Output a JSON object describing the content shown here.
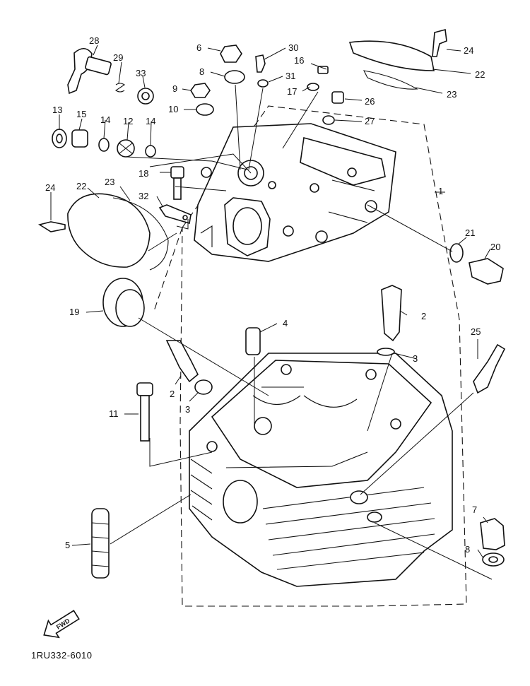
{
  "diagram_code": "1RU332-6010",
  "fwd_badge": "FWD",
  "callouts": [
    "1",
    "2",
    "2",
    "3",
    "3",
    "4",
    "5",
    "6",
    "7",
    "8",
    "8",
    "9",
    "10",
    "11",
    "12",
    "13",
    "14",
    "14",
    "15",
    "16",
    "17",
    "18",
    "19",
    "20",
    "21",
    "22",
    "22",
    "23",
    "23",
    "24",
    "24",
    "25",
    "26",
    "27",
    "28",
    "29",
    "30",
    "31",
    "32",
    "33"
  ]
}
